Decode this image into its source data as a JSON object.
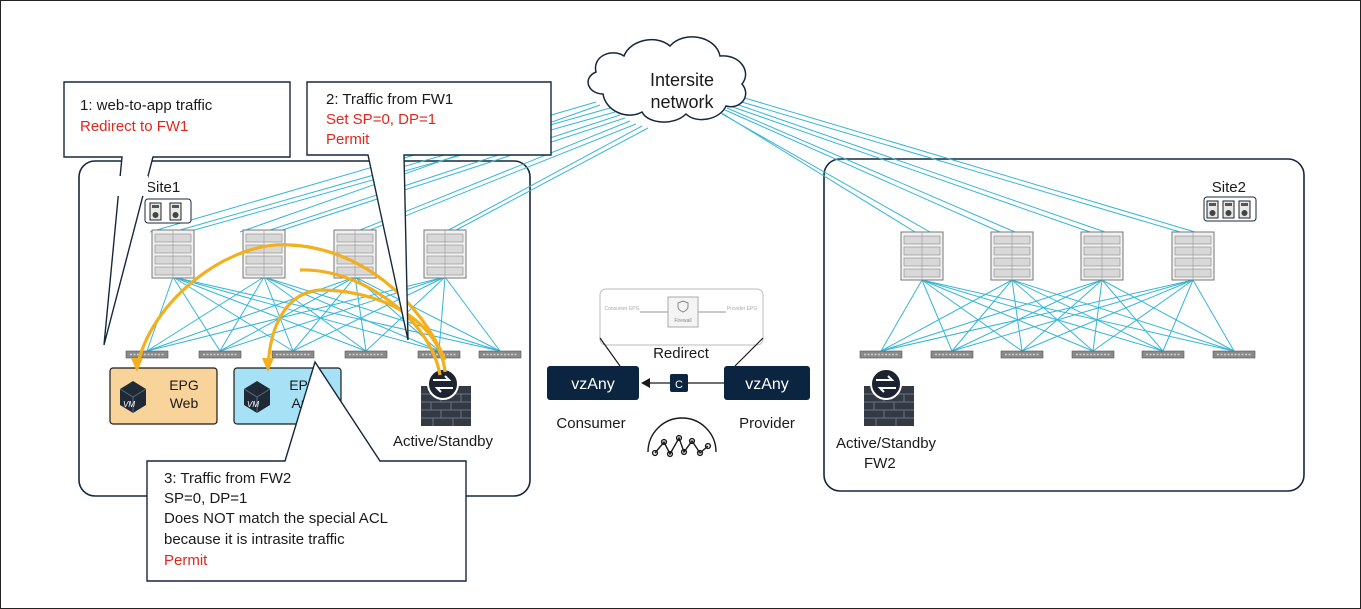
{
  "cloud": {
    "line1": "Intersite",
    "line2": "network"
  },
  "site1": {
    "label": "Site1",
    "endpoint1_line1": "EPG",
    "endpoint1_line2": "Web",
    "endpoint2_line1": "EPG",
    "endpoint2_line2": "App",
    "firewall_label": "Active/Standby"
  },
  "site2": {
    "label": "Site2",
    "firewall_line1": "Active/Standby",
    "firewall_line2": "FW2"
  },
  "callout1": {
    "line1": "1: web-to-app traffic",
    "line2": "Redirect to FW1"
  },
  "callout2": {
    "line1": "2: Traffic from FW1",
    "line2": "Set SP=0, DP=1",
    "line3": "Permit"
  },
  "callout3": {
    "line1": "3: Traffic from FW2",
    "line2": "SP=0, DP=1",
    "line3": "Does NOT match the special ACL",
    "line4": "because it is intrasite traffic",
    "line5": "Permit"
  },
  "contract": {
    "redirect_label": "Redirect",
    "consumer_epg": "vzAny",
    "provider_epg": "vzAny",
    "consumer_label": "Consumer",
    "provider_label": "Provider",
    "contract_badge": "C",
    "graph_consumer": "Consumer EPG",
    "graph_provider": "Provider EPG",
    "graph_node": "Firewall"
  },
  "colors": {
    "accent_red": "#e0261d",
    "link_cyan": "#35b6d6",
    "flow_orange": "#f2b01e",
    "dark_navy": "#0b2540",
    "epg_web_fill": "#f8d49a",
    "epg_app_fill": "#a6e1f5"
  },
  "icons": [
    "vm-icon",
    "firewall-icon",
    "server-rack-icon",
    "network-fabric-icon",
    "cloud-icon"
  ]
}
